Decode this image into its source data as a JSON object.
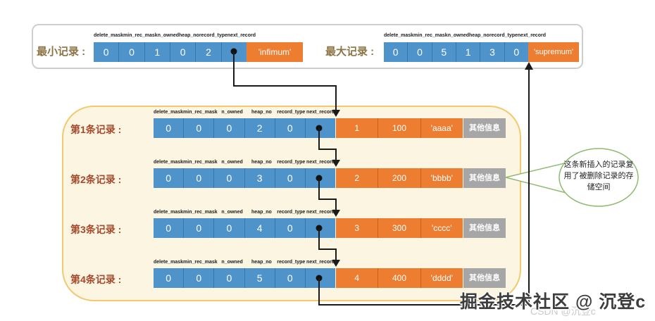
{
  "field_headers": [
    "delete_mask",
    "min_rec_mask",
    "n_owned",
    "heap_no",
    "record_type",
    "next_record"
  ],
  "top_records": [
    {
      "label": "最小记录 :",
      "values": [
        "0",
        "0",
        "1",
        "0",
        "2",
        ""
      ],
      "name": "'infimum'"
    },
    {
      "label": "最大记录 :",
      "values": [
        "0",
        "0",
        "5",
        "1",
        "3",
        "0"
      ],
      "name": "'supremum'"
    }
  ],
  "records": [
    {
      "label": "第1条记录 :",
      "values": [
        "0",
        "0",
        "0",
        "2",
        "0",
        ""
      ],
      "data": [
        "1",
        "100",
        "'aaaa'"
      ],
      "other": "其他信息"
    },
    {
      "label": "第2条记录 :",
      "values": [
        "0",
        "0",
        "0",
        "3",
        "0",
        ""
      ],
      "data": [
        "2",
        "200",
        "'bbbb'"
      ],
      "other": "其他信息"
    },
    {
      "label": "第3条记录 :",
      "values": [
        "0",
        "0",
        "0",
        "4",
        "0",
        ""
      ],
      "data": [
        "3",
        "300",
        "'cccc'"
      ],
      "other": "其他信息"
    },
    {
      "label": "第4条记录 :",
      "values": [
        "0",
        "0",
        "0",
        "5",
        "0",
        ""
      ],
      "data": [
        "4",
        "400",
        "'dddd'"
      ],
      "other": "其他信息"
    }
  ],
  "callout": {
    "text": "这条新插入的记录复用了被删除记录的存储空间"
  },
  "watermark": {
    "primary": "掘金技术社区 @ 沉登c",
    "secondary": "CSDN @沉登c"
  },
  "colors": {
    "cell_blue": "#4e94cb",
    "cell_orange": "#ed7d31",
    "cell_gray": "#a6a6a6",
    "box_border_yellow": "#f2c96d",
    "box_fill_cream": "#fcf5e2",
    "callout_green": "#8fba6f",
    "arrow_black": "#1a1a1a",
    "label_brown": "#8c7344",
    "label_red": "#a3492b"
  }
}
